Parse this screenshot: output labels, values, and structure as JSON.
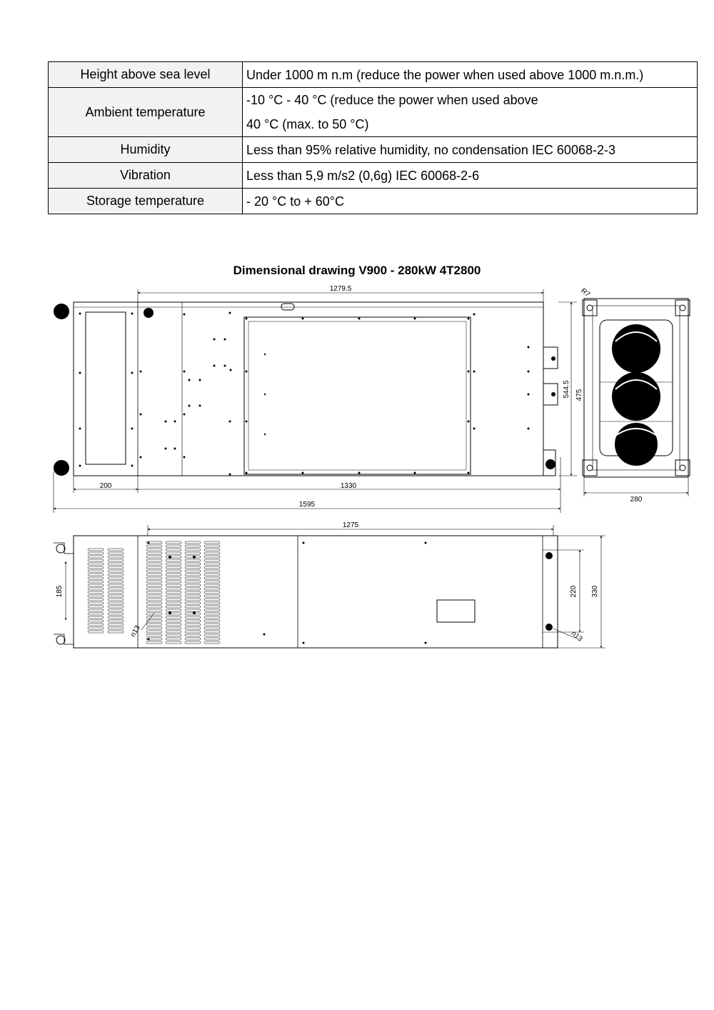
{
  "spec_table": {
    "rows": [
      {
        "parameter": "Height above sea level",
        "value_lines": [
          "Under 1000 m n.m (reduce the power when used above 1000 m.n.m.)"
        ]
      },
      {
        "parameter": "Ambient temperature",
        "value_lines": [
          "-10 °C - 40 °C (reduce the power when used above",
          "40 °C (max. to 50 °C)"
        ]
      },
      {
        "parameter": "Humidity",
        "value_lines": [
          "Less than 95% relative humidity, no condensation IEC 60068-2-3"
        ]
      },
      {
        "parameter": "Vibration",
        "value_lines": [
          "Less than 5,9 m/s2 (0,6g)  IEC 60068-2-6"
        ]
      },
      {
        "parameter": "Storage temperature",
        "value_lines": [
          "- 20 °C to + 60°C"
        ]
      }
    ]
  },
  "drawing": {
    "title": "Dimensional drawing V900 - 280kW 4T2800",
    "dimensions": {
      "top_width": "1279.5",
      "left_section": "200",
      "main_section": "1330",
      "overall_length": "1595",
      "inner_height": "544.5",
      "overall_height": "475",
      "side_width": "280",
      "corner_radius": "R7",
      "front_width": "1275",
      "front_left_height": "185",
      "front_inner_height": "220",
      "front_overall_height": "330",
      "hole_left": "n13",
      "hole_right": "n13"
    }
  }
}
